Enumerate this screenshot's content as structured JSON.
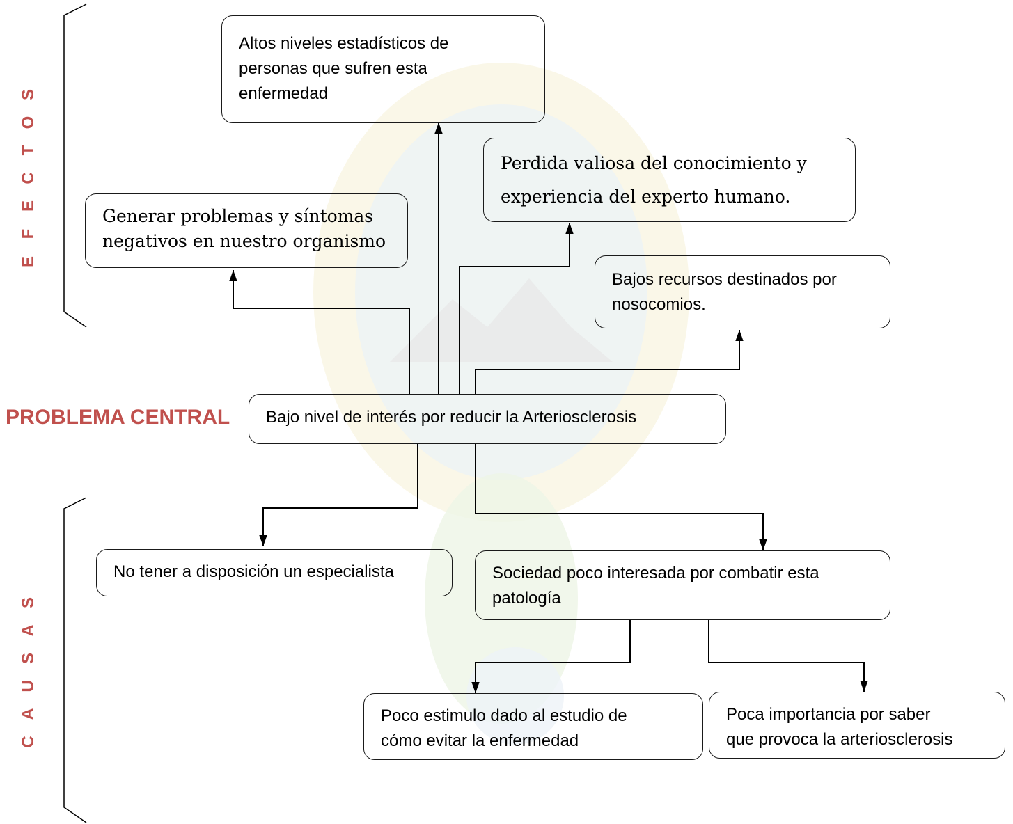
{
  "sections": {
    "effects_label": "EFECTOS",
    "causes_label": "CAUSAS",
    "central_label": "PROBLEMA CENTRAL"
  },
  "boxes": {
    "effect_statistics": [
      "Altos niveles estadísticos de",
      "personas que sufren esta",
      "enfermedad"
    ],
    "effect_knowledge_loss": [
      "Perdida valiosa del conocimiento y",
      "experiencia del experto humano."
    ],
    "effect_symptoms": [
      "Generar problemas y síntomas",
      "negativos en nuestro organismo"
    ],
    "effect_low_resources": [
      "Bajos recursos destinados por",
      "nosocomios."
    ],
    "central_problem": [
      "Bajo nivel de interés por reducir la Arteriosclerosis"
    ],
    "cause_no_specialist": [
      "No tener a disposición un especialista"
    ],
    "cause_society": [
      "Sociedad poco interesada por combatir esta",
      "patología"
    ],
    "cause_little_stimulus": [
      "Poco estimulo dado al estudio de",
      "cómo evitar la enfermedad"
    ],
    "cause_little_importance": [
      "Poca importancia por saber",
      "que provoca la arteriosclerosis"
    ]
  },
  "colors": {
    "section_label": "#c0504d",
    "line": "#000000",
    "box_border": "#1a1a1a"
  }
}
